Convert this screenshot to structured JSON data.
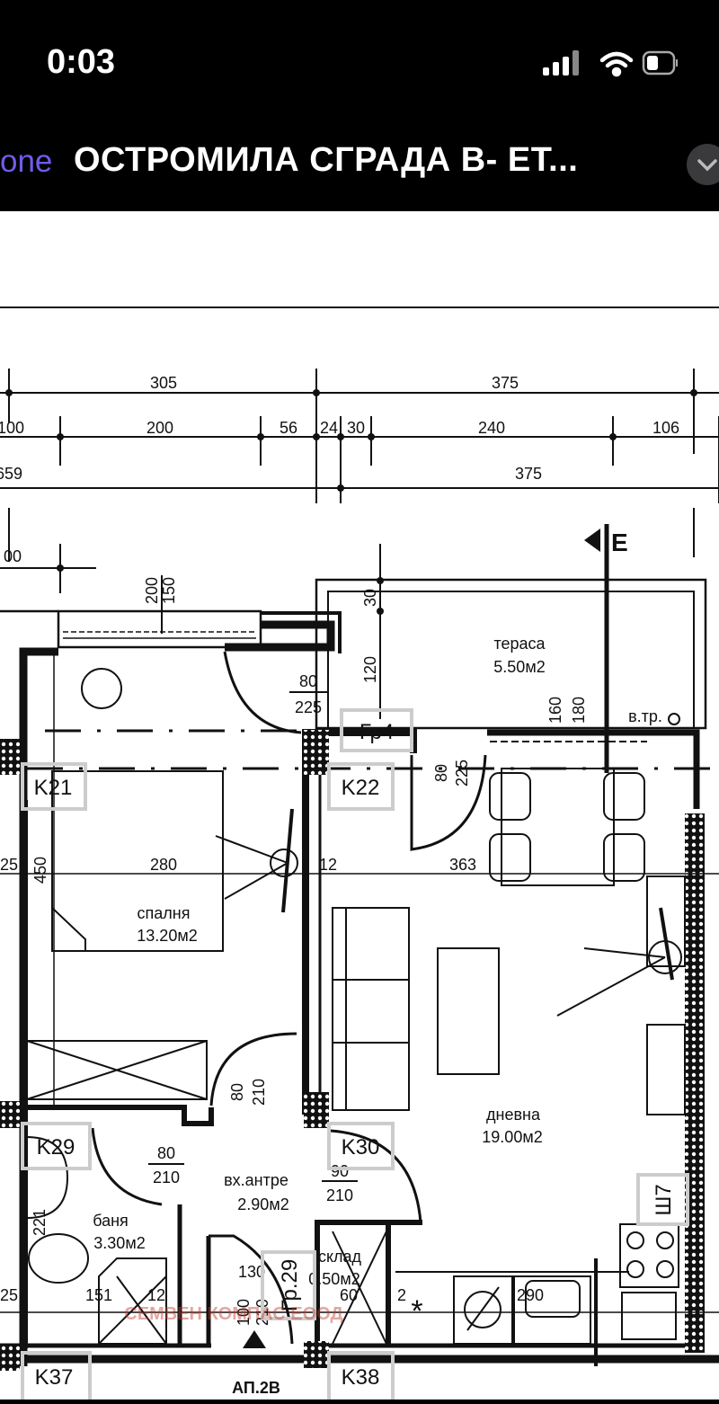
{
  "status_bar": {
    "time": "0:03",
    "signal_icon": "cellular-signal-icon",
    "wifi_icon": "wifi-icon",
    "battery_icon": "battery-icon"
  },
  "nav": {
    "back_label": "one",
    "title": "ОСТРОМИЛА СГРАДА В- ЕТ...",
    "accent_color": "#6f5de8",
    "menu_icon": "chevron-down-icon"
  },
  "plan": {
    "dimensions_row1": [
      "305",
      "375"
    ],
    "dimensions_row2": [
      "100",
      "200",
      "56",
      "24",
      "30",
      "240",
      "106"
    ],
    "dimensions_row3": [
      "659",
      "375"
    ],
    "dimension_left": "00",
    "section_marker": "E",
    "rooms": [
      {
        "name": "тераса",
        "area": "5.50м2"
      },
      {
        "name": "спалня",
        "area": "13.20м2"
      },
      {
        "name": "дневна",
        "area": "19.00м2"
      },
      {
        "name": "вх.антре",
        "area": "2.90м2"
      },
      {
        "name": "баня",
        "area": "3.30м2"
      },
      {
        "name": "склад",
        "area": "0.50м2"
      }
    ],
    "tags": [
      "K21",
      "K22",
      "Гр4",
      "K29",
      "K30",
      "Ш7",
      "Гр.29",
      "K37",
      "K38"
    ],
    "doors": [
      {
        "w": "80",
        "h": "225"
      },
      {
        "w": "80",
        "h": "225"
      },
      {
        "w": "80",
        "h": "210"
      },
      {
        "w": "80",
        "h": "210"
      },
      {
        "w": "90",
        "h": "210"
      },
      {
        "w": "100",
        "h": "210"
      }
    ],
    "misc_dims": [
      "200",
      "150",
      "30",
      "120",
      "160",
      "180",
      "25",
      "450",
      "280",
      "12",
      "363",
      "221",
      "25",
      "151",
      "12",
      "130",
      "60",
      "2",
      "290"
    ],
    "vent_label": "в.тр.",
    "entrance_label": "АП.2В",
    "watermark": "СЕМВЕН КОМПАС ЕООД",
    "watermark_color": "#c0392b"
  }
}
